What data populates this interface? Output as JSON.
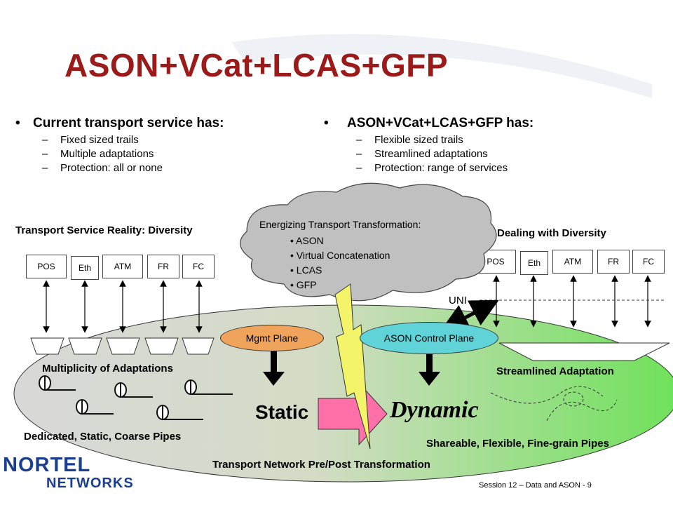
{
  "title": "ASON+VCat+LCAS+GFP",
  "left_col": {
    "heading": "Current transport service has:",
    "items": [
      "Fixed sized trails",
      "Multiple adaptations",
      "Protection: all or none"
    ]
  },
  "right_col": {
    "heading": "ASON+VCat+LCAS+GFP has:",
    "items": [
      "Flexible sized trails",
      "Streamlined adaptations",
      "Protection: range of services"
    ]
  },
  "labels": {
    "left_section": "Transport Service Reality: Diversity",
    "right_section": "Dealing with Diversity",
    "multiplicity": "Multiplicity of Adaptations",
    "dedicated": "Dedicated, Static, Coarse Pipes",
    "streamlined": "Streamlined Adaptation",
    "shareable": "Shareable, Flexible, Fine-grain Pipes",
    "transport_network": "Transport Network Pre/Post Transformation",
    "uni": "UNI",
    "static": "Static",
    "dynamic": "Dynamic"
  },
  "planes": {
    "mgmt": "Mgmt Plane",
    "ason": "ASON Control Plane"
  },
  "cloud": {
    "heading": "Energizing Transport Transformation:",
    "items": [
      "ASON",
      "Virtual Concatenation",
      "LCAS",
      "GFP"
    ]
  },
  "services_left": [
    "POS",
    "Eth",
    "ATM",
    "FR",
    "FC"
  ],
  "services_right": [
    "POS",
    "Eth",
    "ATM",
    "FR",
    "FC"
  ],
  "logo": {
    "line1": "NORTEL",
    "line2": "NETWORKS"
  },
  "footer": "Session 12 – Data and ASON - 9",
  "colors": {
    "title": "#9b1b1b",
    "mgmt_plane": "#f0a35a",
    "ason_plane": "#5fd3d8",
    "arrow_pink": "#ff6fa8",
    "bolt": "#f4f46a",
    "cloud": "#c0c0c0"
  }
}
